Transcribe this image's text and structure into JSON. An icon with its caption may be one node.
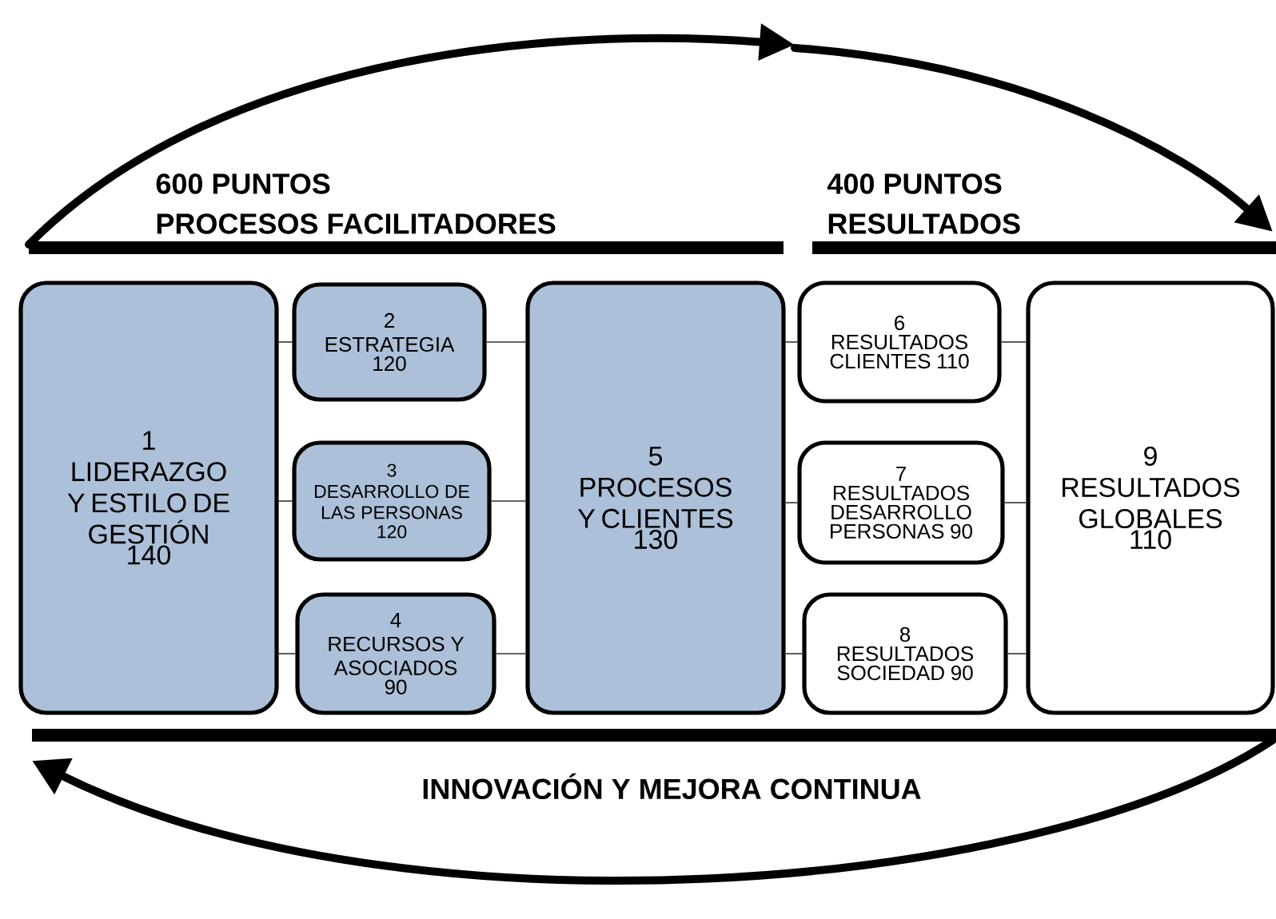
{
  "diagram": {
    "nodes": [
      {
        "text": [
          "1",
          "LIDERAZGO Y ESTILO DE GESTIÓN",
          "140"
        ]
      },
      {
        "text": [
          "2",
          "ESTRATEGIA",
          "120"
        ]
      },
      {
        "text": [
          "3",
          "DESARROLLO DE LAS PERSONAS",
          "120"
        ]
      },
      {
        "text": [
          "4",
          "RECURSOS Y ASOCIADOS",
          "90"
        ]
      },
      {
        "text": [
          "5",
          "PROCESOS Y CLIENTES",
          "130"
        ]
      },
      {
        "text": [
          "6",
          "RESULTADOS CLIENTES 110"
        ]
      },
      {
        "text": [
          "7",
          "RESULTADOS DESARROLLO PERSONAS 90"
        ]
      },
      {
        "text": [
          "8",
          "RESULTADOS SOCIEDAD 90"
        ]
      },
      {
        "text": [
          "9",
          "RESULTADOS GLOBALES",
          "110"
        ]
      }
    ],
    "edges": [
      {
        "from": 0,
        "to": 1,
        "arrow": "none"
      },
      {
        "from": 0,
        "to": 2,
        "arrow": "none"
      },
      {
        "from": 0,
        "to": 3,
        "arrow": "none"
      },
      {
        "from": 1,
        "to": 4,
        "arrow": "none"
      },
      {
        "from": 2,
        "to": 4,
        "arrow": "none"
      },
      {
        "from": 3,
        "to": 4,
        "arrow": "none"
      },
      {
        "from": 4,
        "to": 5,
        "arrow": "none"
      },
      {
        "from": 4,
        "to": 6,
        "arrow": "none"
      },
      {
        "from": 4,
        "to": 7,
        "arrow": "none"
      },
      {
        "from": 5,
        "to": 8,
        "arrow": "none"
      },
      {
        "from": 6,
        "to": 8,
        "arrow": "none"
      },
      {
        "from": 7,
        "to": 8,
        "arrow": "none"
      }
    ],
    "labels": [
      "600 PUNTOS",
      "PROCESOS FACILITADORES",
      "400 PUNTOS",
      "RESULTADOS",
      "INNOVACIÓN Y MEJORA CONTINUA"
    ]
  }
}
